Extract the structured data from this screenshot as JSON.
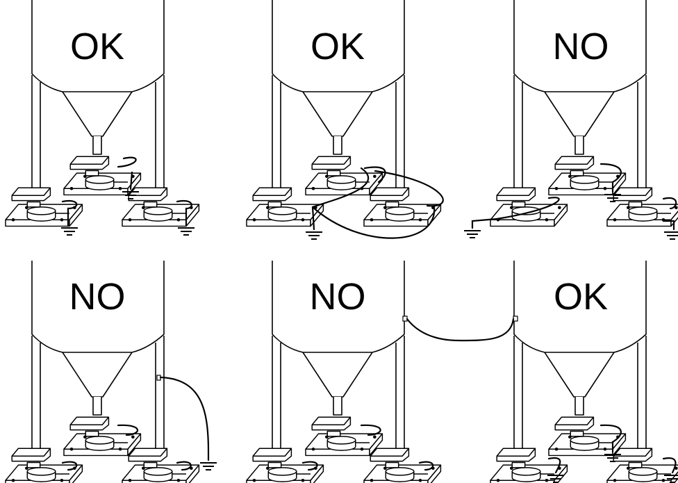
{
  "panels": [
    {
      "label": "OK",
      "configuration": "each-load-cell-grounded"
    },
    {
      "label": "OK",
      "configuration": "load-cells-bonded-then-grounded"
    },
    {
      "label": "NO",
      "configuration": "load-cells-grounded-only"
    },
    {
      "label": "NO",
      "configuration": "leg-grounded-bypassing-load-cells"
    },
    {
      "label": "NO",
      "configuration": "silos-bonded-load-cells-not-grounded"
    },
    {
      "label": "OK",
      "configuration": "silo-bonded-and-load-cells-grounded"
    }
  ],
  "colors": {
    "line": "#000000",
    "background": "#ffffff"
  }
}
